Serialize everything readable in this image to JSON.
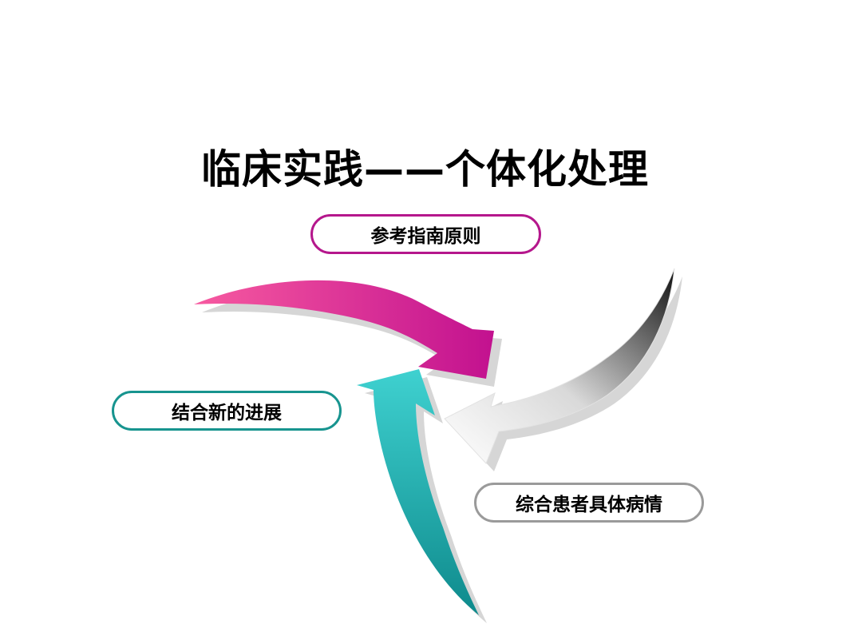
{
  "title": "临床实践——个体化处理",
  "nodes": {
    "top": "参考指南原则",
    "left": "结合新的进展",
    "right": "综合患者具体病情"
  },
  "colors": {
    "arrow_magenta_start": "#f75aa0",
    "arrow_magenta_end": "#c2118f",
    "arrow_teal_start": "#3fd1d0",
    "arrow_teal_end": "#0e8a8c",
    "arrow_gray_start": "#ffffff",
    "arrow_gray_end": "#111111",
    "pill_top_border": "#b5178c",
    "pill_left_border": "#17948f",
    "pill_right_border": "#9a9a9a"
  }
}
